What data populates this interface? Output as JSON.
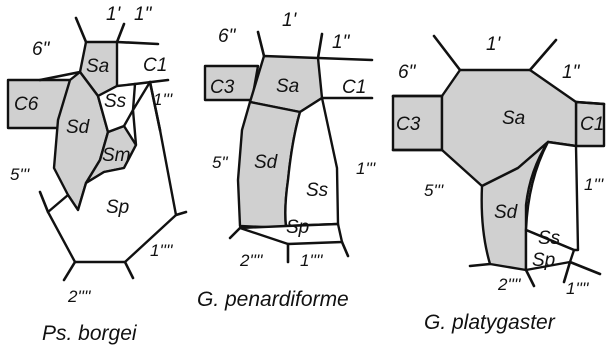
{
  "colors": {
    "plate_fill": "#d0d0d0",
    "line": "#111111",
    "background": "#ffffff"
  },
  "panels": [
    {
      "caption": "Ps. borgei",
      "labels": {
        "p1p": "1'",
        "p1pp": "1\"",
        "p6pp": "6\"",
        "pC1": "C1",
        "pC6": "C6",
        "pSa": "Sa",
        "pSs": "Ss",
        "pSd": "Sd",
        "pSm": "Sm",
        "pSp": "Sp",
        "p1ppp": "1'''",
        "p5ppp": "5'''",
        "p1pppp": "1''''",
        "p2pppp": "2''''"
      }
    },
    {
      "caption": "G. penardiforme",
      "labels": {
        "p6pp": "6\"",
        "p1p": "1'",
        "p1pp": "1\"",
        "pC3": "C3",
        "pC1": "C1",
        "pSa": "Sa",
        "pSd": "Sd",
        "pSs": "Ss",
        "pSp": "Sp",
        "p5pp": "5\"",
        "p1ppp": "1'''",
        "p2pppp": "2''''",
        "p1pppp": "1''''"
      }
    },
    {
      "caption": "G. platygaster",
      "labels": {
        "p1p": "1'",
        "p6pp": "6\"",
        "p1pp": "1\"",
        "pC3": "C3",
        "pC1": "C1",
        "pSa": "Sa",
        "p5ppp": "5'''",
        "p1ppp": "1'''",
        "pSd": "Sd",
        "pSs": "Ss",
        "pSp": "Sp",
        "p2pppp": "2''''",
        "p1pppp": "1''''"
      }
    }
  ]
}
